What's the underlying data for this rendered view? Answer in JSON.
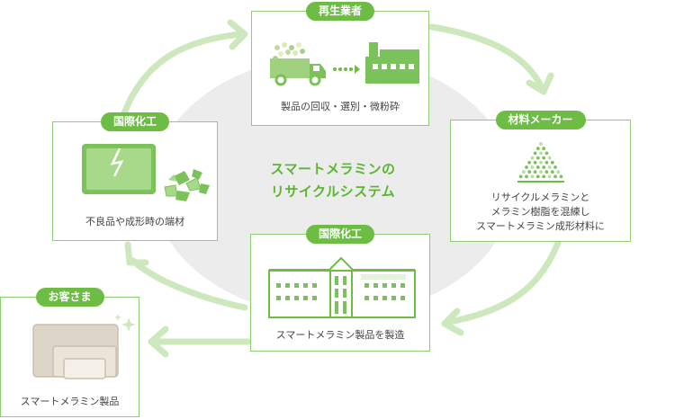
{
  "center": {
    "line1": "スマートメラミンの",
    "line2": "リサイクルシステム"
  },
  "nodes": {
    "recycler": {
      "tag": "再生業者",
      "caption": "製品の回収・選別・微粉砕"
    },
    "material_maker": {
      "tag": "材料メーカー",
      "caption_lines": [
        "リサイクルメラミンと",
        "メラミン樹脂を混練し",
        "スマートメラミン成形材料に"
      ]
    },
    "kokusai_factory": {
      "tag": "国際化工",
      "caption": "スマートメラミン製品を製造"
    },
    "kokusai_scrap": {
      "tag": "国際化工",
      "caption": "不良品や成形時の端材"
    },
    "customer": {
      "tag": "お客さま",
      "caption": "スマートメラミン製品"
    }
  },
  "colors": {
    "accent": "#6dbd45",
    "arrow": "#cde8bd",
    "border": "#8fcd73",
    "title": "#5cb531",
    "ellipse": "#ececec"
  },
  "icons": [
    "truck-icon",
    "factory-icon",
    "granule-pile-icon",
    "building-icon",
    "broken-tray-icon",
    "scrap-pieces-icon",
    "melamine-products-icon"
  ]
}
